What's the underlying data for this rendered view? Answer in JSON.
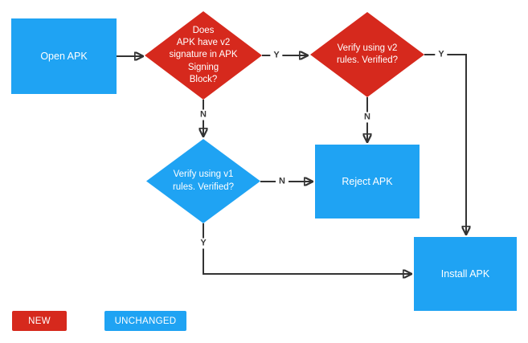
{
  "diagram": {
    "nodes": {
      "open_apk": {
        "label": "Open APK"
      },
      "has_v2_signature": {
        "label": "Does\nAPK have v2\nsignature in APK\nSigning\nBlock?"
      },
      "verify_v2": {
        "label": "Verify using v2\nrules. Verified?"
      },
      "verify_v1": {
        "label": "Verify using v1\nrules. Verified?"
      },
      "reject_apk": {
        "label": "Reject APK"
      },
      "install_apk": {
        "label": "Install APK"
      }
    },
    "edge_labels": {
      "has_v2_yes": "Y",
      "has_v2_no": "N",
      "verify_v2_yes": "Y",
      "verify_v2_no": "N",
      "verify_v1_no": "N",
      "verify_v1_yes": "Y"
    }
  },
  "legend": {
    "new_label": "NEW",
    "unchanged_label": "UNCHANGED"
  },
  "colors": {
    "new": "#D6291D",
    "unchanged": "#1FA3F3",
    "line": "#333333",
    "label_text": "#3A3A3A"
  }
}
